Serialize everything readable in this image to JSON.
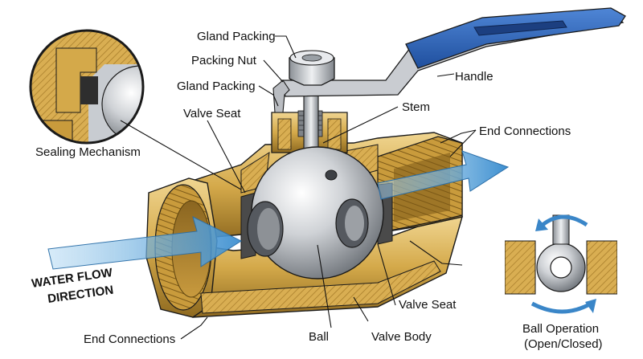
{
  "labels": {
    "gland_packing_top": "Gland Packing",
    "packing_nut": "Packing Nut",
    "gland_packing": "Gland Packing",
    "valve_seat_top": "Valve Seat",
    "stem": "Stem",
    "handle": "Handle",
    "end_connections_right": "End Connections",
    "sealing_mechanism": "Sealing Mechanism",
    "water_flow_line1": "WATER FLOW",
    "water_flow_line2": "DIRECTION",
    "end_connections_bottom": "End Connections",
    "ball": "Ball",
    "valve_body": "Valve Body",
    "valve_seat_bottom": "Valve Seat",
    "ball_operation_line1": "Ball Operation",
    "ball_operation_line2": "(Open/Closed)"
  },
  "colors": {
    "brass": "#d4a94a",
    "brass_dark": "#9c7424",
    "brass_light": "#ecd08a",
    "steel": "#c9ccd1",
    "steel_dark": "#7d8288",
    "handle_blue": "#2f62b3",
    "flow_blue": "#6fb0de",
    "outline": "#1a1a1a"
  }
}
